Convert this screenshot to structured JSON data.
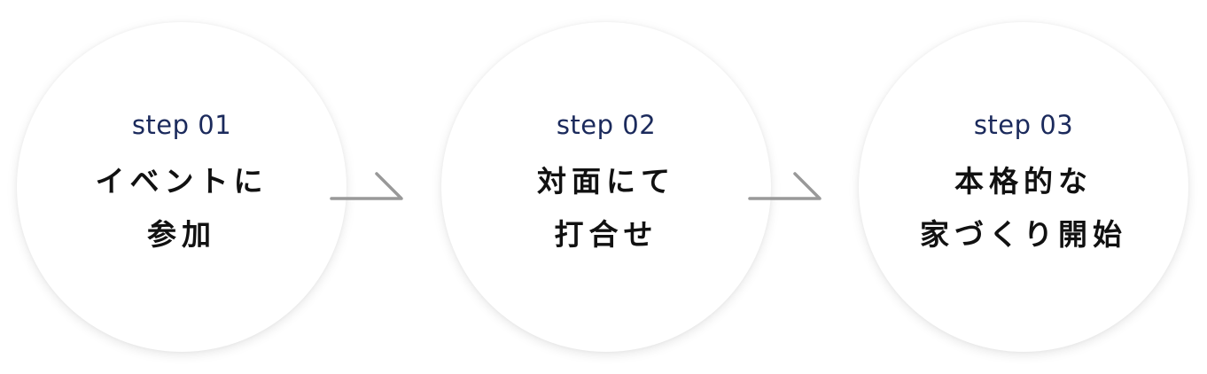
{
  "steps": [
    {
      "label": "step 01",
      "title_lines": [
        "イベントに",
        "参加"
      ]
    },
    {
      "label": "step 02",
      "title_lines": [
        "対面にて",
        "打合せ"
      ]
    },
    {
      "label": "step 03",
      "title_lines": [
        "本格的な",
        "家づくり開始"
      ]
    }
  ],
  "arrows": [
    {
      "icon": "arrow-right-icon"
    },
    {
      "icon": "arrow-right-icon"
    }
  ],
  "colors": {
    "step_label": "#1b2a5c",
    "title": "#111111",
    "arrow": "#999999",
    "circle_bg": "#ffffff"
  }
}
